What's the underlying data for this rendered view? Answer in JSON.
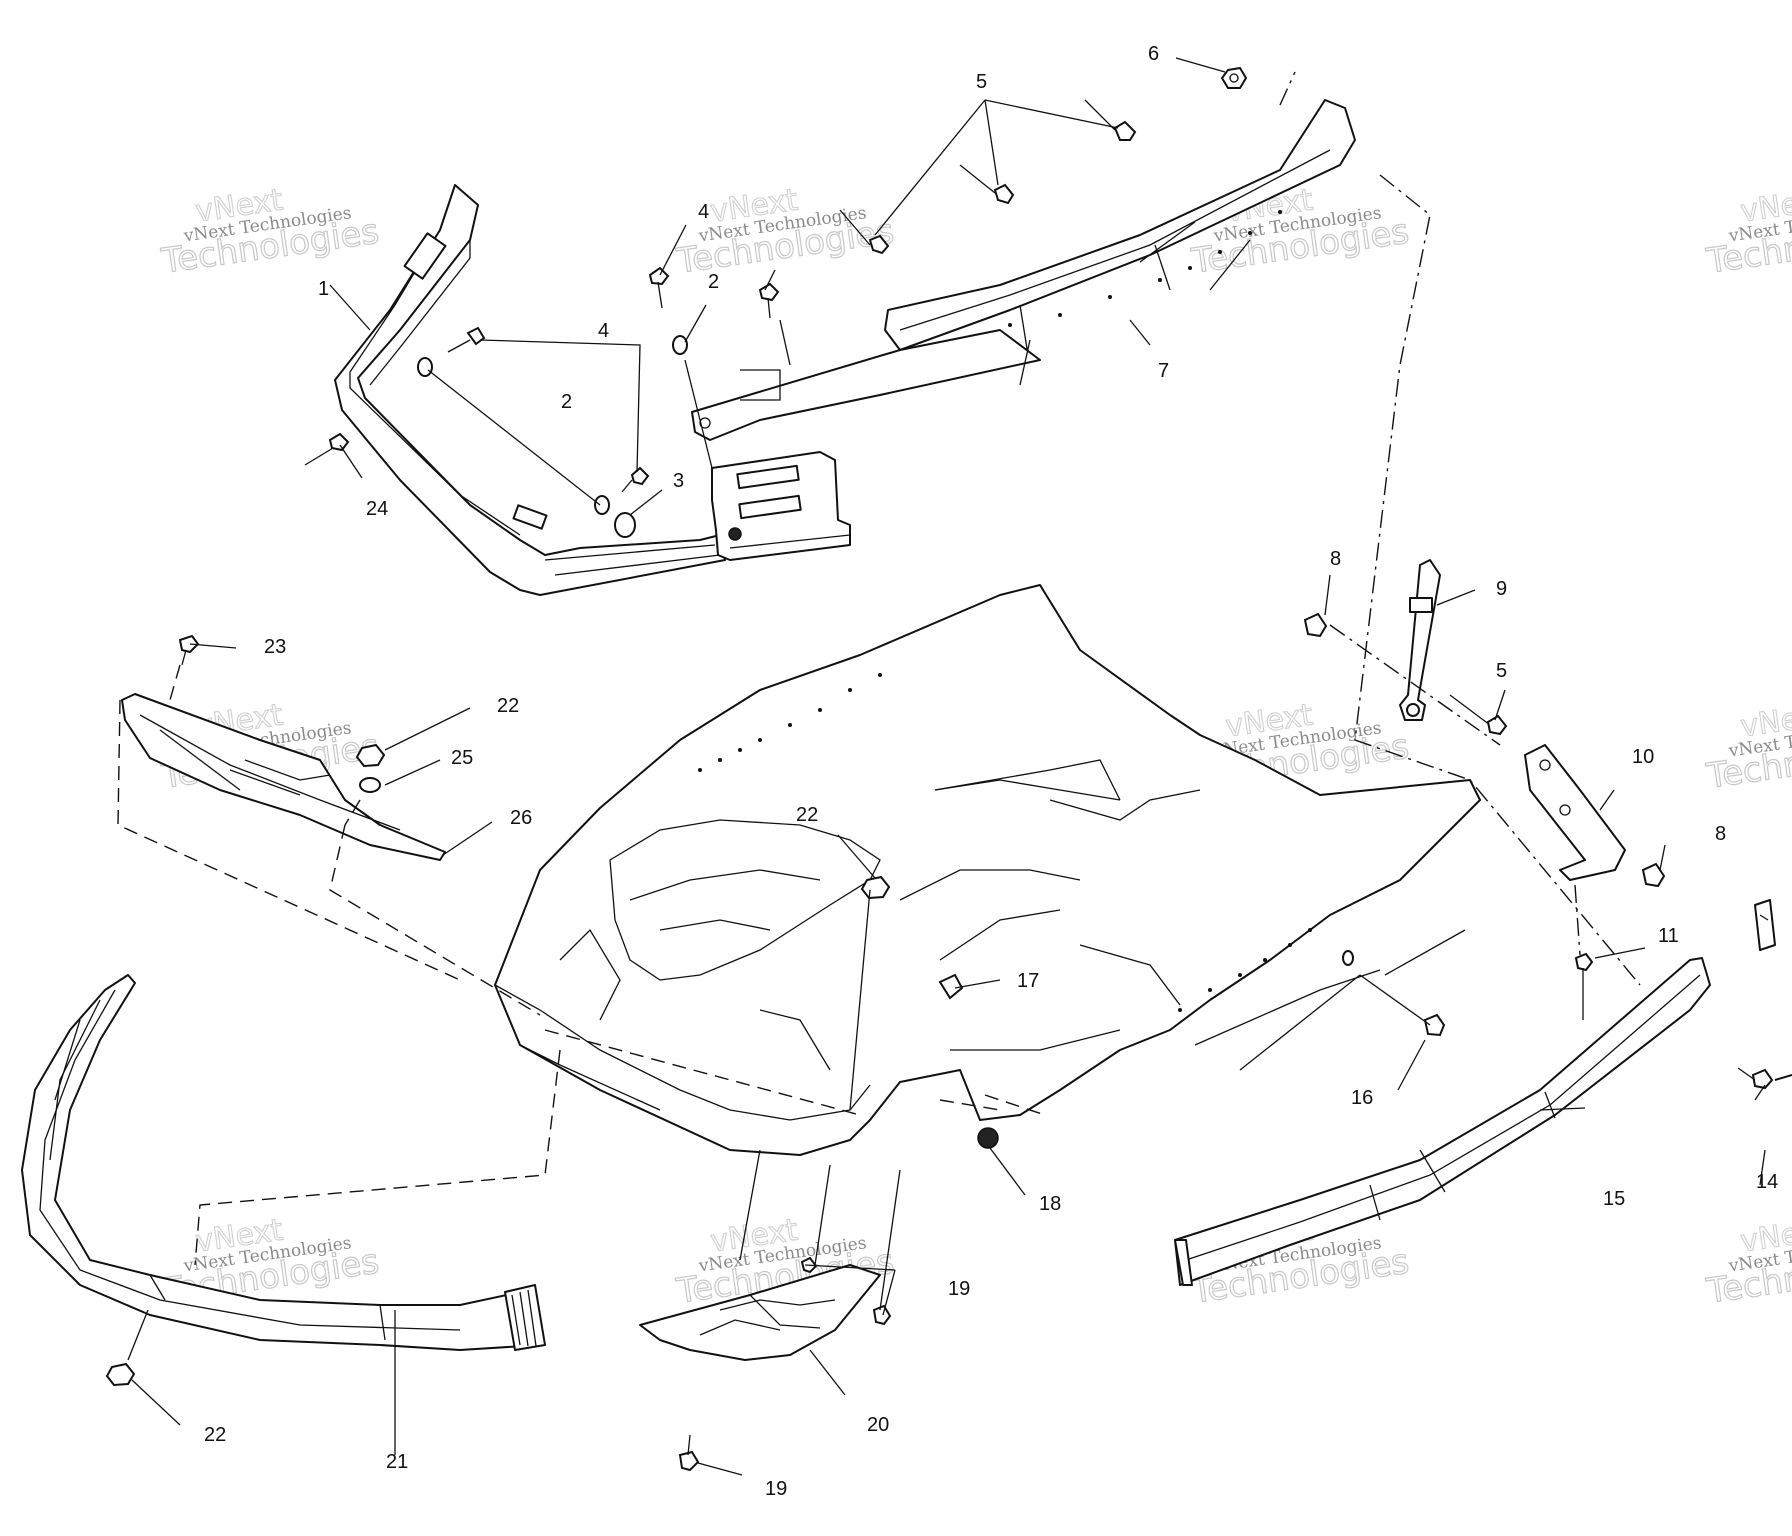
{
  "callouts": [
    {
      "id": "1",
      "text": "1"
    },
    {
      "id": "2a",
      "text": "2"
    },
    {
      "id": "2b",
      "text": "2"
    },
    {
      "id": "3",
      "text": "3"
    },
    {
      "id": "4a",
      "text": "4"
    },
    {
      "id": "4b",
      "text": "4"
    },
    {
      "id": "5a",
      "text": "5"
    },
    {
      "id": "5b",
      "text": "5"
    },
    {
      "id": "6",
      "text": "6"
    },
    {
      "id": "7",
      "text": "7"
    },
    {
      "id": "8a",
      "text": "8"
    },
    {
      "id": "8b",
      "text": "8"
    },
    {
      "id": "9",
      "text": "9"
    },
    {
      "id": "10",
      "text": "10"
    },
    {
      "id": "11",
      "text": "11"
    },
    {
      "id": "14",
      "text": "14"
    },
    {
      "id": "15",
      "text": "15"
    },
    {
      "id": "16",
      "text": "16"
    },
    {
      "id": "17",
      "text": "17"
    },
    {
      "id": "18",
      "text": "18"
    },
    {
      "id": "19a",
      "text": "19"
    },
    {
      "id": "19b",
      "text": "19"
    },
    {
      "id": "20",
      "text": "20"
    },
    {
      "id": "21",
      "text": "21"
    },
    {
      "id": "22a",
      "text": "22"
    },
    {
      "id": "22b",
      "text": "22"
    },
    {
      "id": "22c",
      "text": "22"
    },
    {
      "id": "23",
      "text": "23"
    },
    {
      "id": "24",
      "text": "24"
    },
    {
      "id": "25",
      "text": "25"
    },
    {
      "id": "26",
      "text": "26"
    }
  ],
  "watermark": {
    "line_small": "vNext Technologies",
    "line_outline_top": "vNext",
    "line_outline_bottom": "Technologies"
  }
}
